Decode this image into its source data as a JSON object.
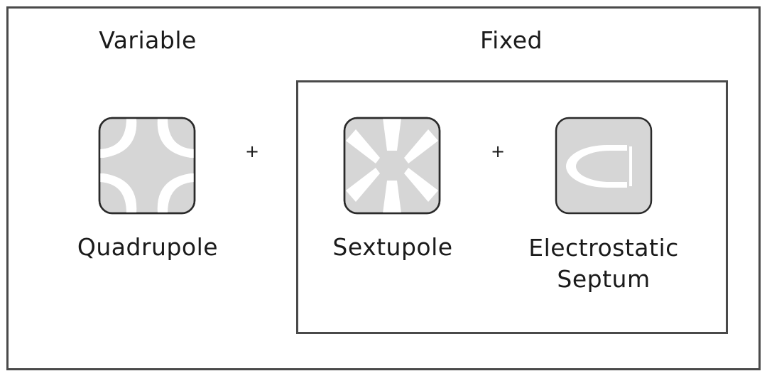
{
  "headings": {
    "variable": "Variable",
    "fixed": "Fixed"
  },
  "operators": {
    "plus_1": "+",
    "plus_2": "+"
  },
  "elements": [
    {
      "name": "Quadrupole",
      "icon": "quadrupole-icon"
    },
    {
      "name": "Sextupole",
      "icon": "sextupole-icon"
    },
    {
      "name": "Electrostatic Septum",
      "icon": "electrostatic-septum-icon"
    }
  ],
  "colors": {
    "frame": "#4a4a4a",
    "icon_fill": "#d6d6d6",
    "icon_stroke": "#2a2a2a",
    "pole": "#ffffff"
  }
}
